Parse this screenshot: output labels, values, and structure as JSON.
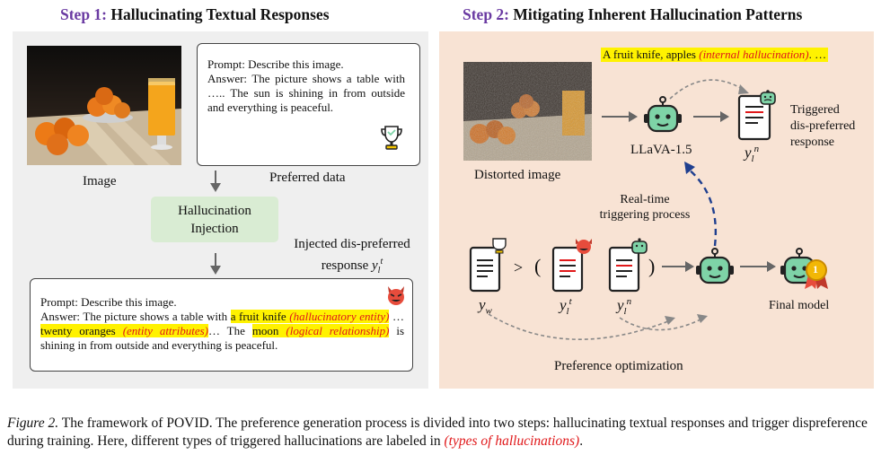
{
  "step1": {
    "num": "Step 1:",
    "title": "Hallucinating Textual Responses"
  },
  "step2": {
    "num": "Step 2:",
    "title": "Mitigating Inherent Hallucination Patterns"
  },
  "left": {
    "image_label": "Image",
    "preferred_label": "Preferred data",
    "preferred_prompt": "Prompt: Describe this image.",
    "preferred_answer": "Answer: The picture shows a table with ….. The sun is shining in from outside and everything is peaceful.",
    "injection_label_1": "Hallucination",
    "injection_label_2": "Injection",
    "injected_label_1": "Injected dis-preferred",
    "injected_label_2": "response",
    "inj_prompt": "Prompt: Describe this image.",
    "inj_a1": "Answer: The picture shows a table with ",
    "inj_fruit": "a fruit knife",
    "inj_tag1": "(hallucinatory entity)",
    "inj_a2": " …",
    "inj_oranges": "twenty oranges",
    "inj_tag2": "(entity attributes)",
    "inj_a3": "… The ",
    "inj_moon": "moon",
    "inj_tag3": "(logical relationship)",
    "inj_a4": " is shining in from outside and everything is peaceful."
  },
  "right": {
    "distorted_label": "Distorted image",
    "llava_label": "LLaVA-1.5",
    "halluc_prefix": "A fruit knife, apples ",
    "halluc_tag": "(internal hallucination)",
    "halluc_suffix": ". …",
    "triggered_1": "Triggered",
    "triggered_2": "dis-preferred",
    "triggered_3": "response",
    "realtime_1": "Real-time",
    "realtime_2": "triggering process",
    "gt": ">",
    "open_paren": "(",
    "close_paren": ")",
    "final_label": "Final model",
    "pref_opt": "Preference optimization",
    "medal_num": "1"
  },
  "caption": {
    "fig": "Figure 2.",
    "text": " The framework of POVID. The preference generation process is divided into two steps: hallucinating textual responses and trigger dispreference during training. Here, different types of triggered hallucinations are labeled in ",
    "tag": "(types of hallucinations)",
    "end": "."
  },
  "colors": {
    "step_purple": "#6a3aa2",
    "left_bg": "#efefef",
    "right_bg": "#f8e3d4",
    "injection_green": "#d9ecd3",
    "highlight": "#fff200",
    "red_text": "#e0181a",
    "robot_green": "#7ed3a7",
    "arrow_blue": "#1f3f8f"
  },
  "icons": [
    "trophy-icon",
    "devil-icon",
    "robot-icon",
    "document-icon",
    "medal-icon"
  ]
}
